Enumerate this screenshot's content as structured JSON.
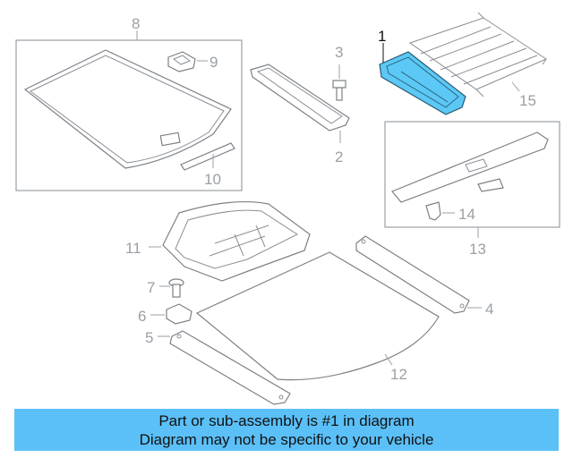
{
  "diagram": {
    "callouts": [
      "1",
      "2",
      "3",
      "4",
      "5",
      "6",
      "7",
      "8",
      "9",
      "10",
      "11",
      "12",
      "13",
      "14",
      "15"
    ],
    "highlight_color": "#5bc8f5"
  },
  "banner": {
    "line1": "Part or sub-assembly is #1 in diagram",
    "line2": "Diagram may not be specific to your vehicle",
    "background": "#5bc0f8"
  }
}
